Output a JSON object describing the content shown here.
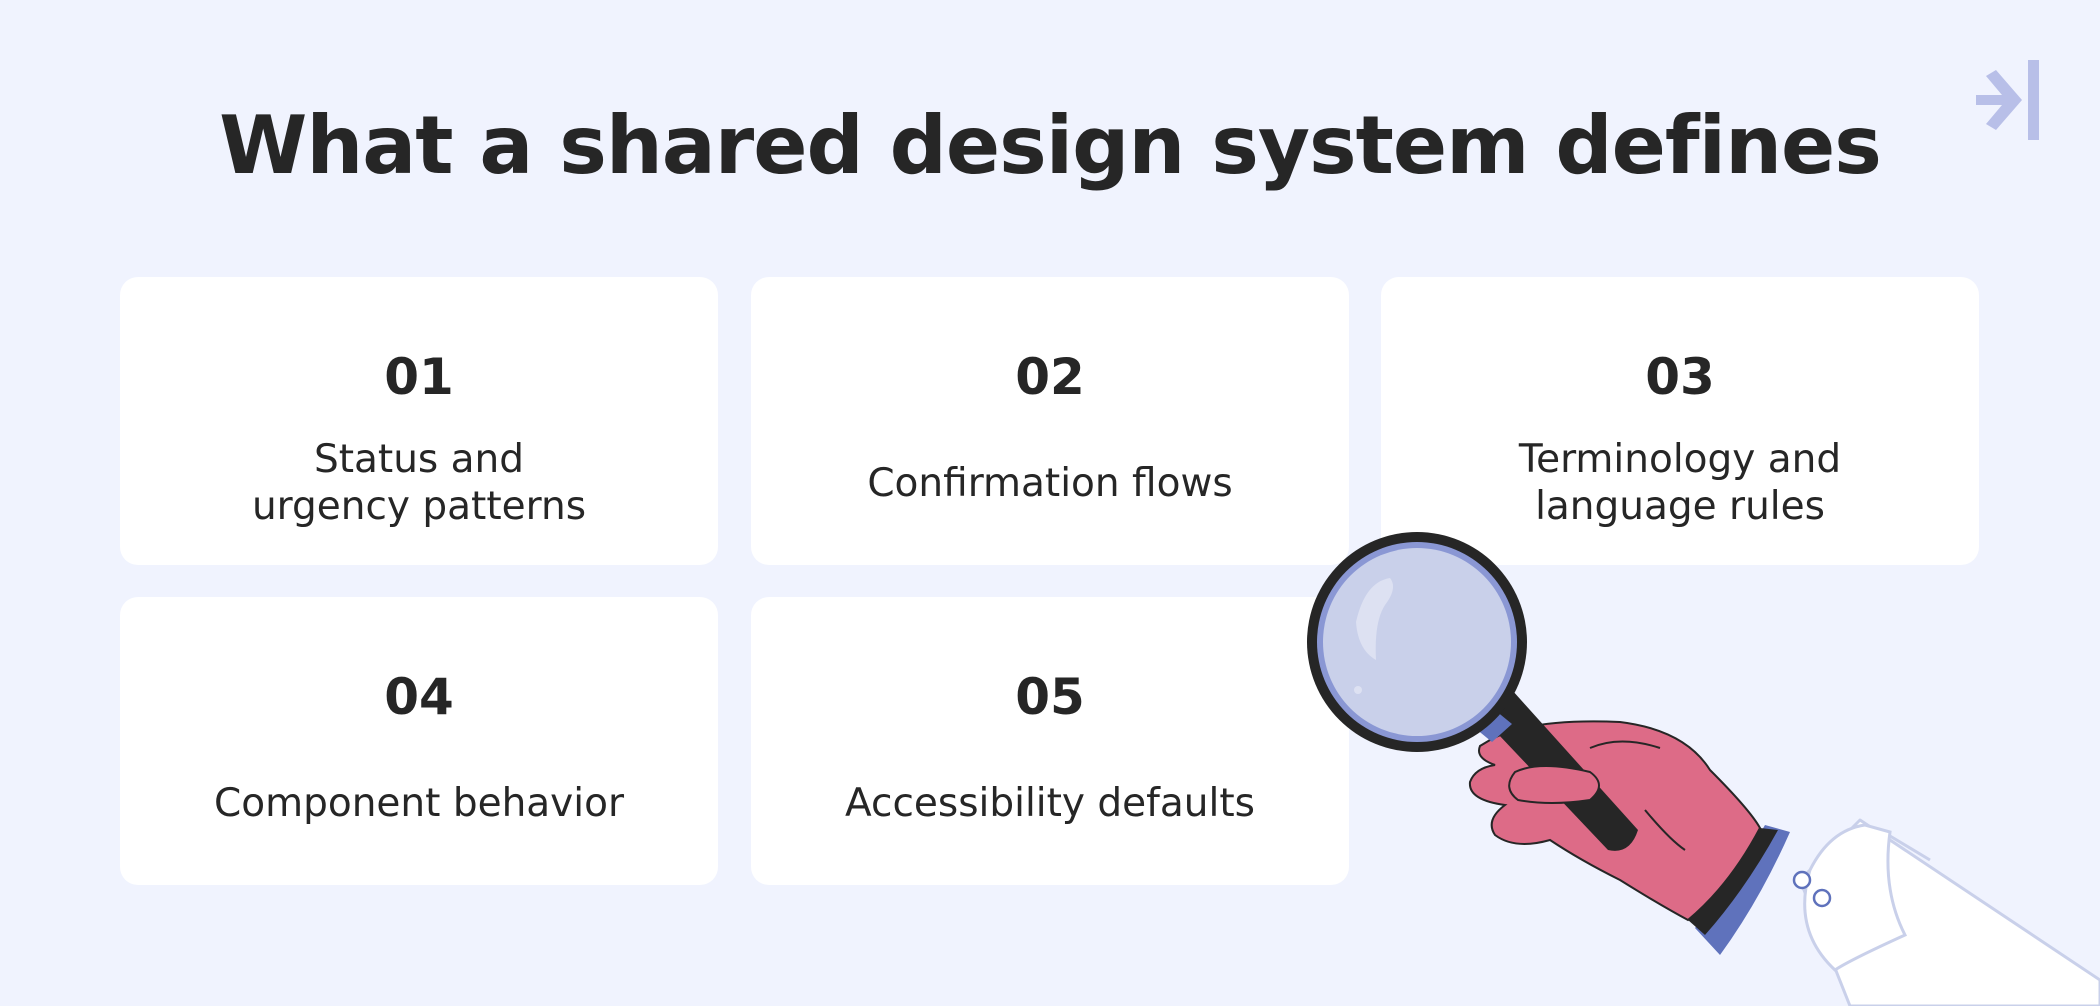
{
  "title": "What a shared design system defines",
  "logo": {
    "icon": "arrow-to-bar-icon",
    "color": "#B8BFE8"
  },
  "cards": [
    {
      "number": "01",
      "label": "Status and\nurgency patterns"
    },
    {
      "number": "02",
      "label": "Confirmation flows"
    },
    {
      "number": "03",
      "label": "Terminology and\nlanguage rules"
    },
    {
      "number": "04",
      "label": "Component behavior"
    },
    {
      "number": "05",
      "label": "Accessibility defaults"
    }
  ],
  "illustration": {
    "icon": "hand-holding-magnifying-glass-icon"
  },
  "colors": {
    "background": "#F0F3FE",
    "card": "#FFFFFF",
    "text": "#262626",
    "hand": "#DD6B87",
    "cuff": "#5F72BC",
    "lens": "#C9D0EA"
  }
}
